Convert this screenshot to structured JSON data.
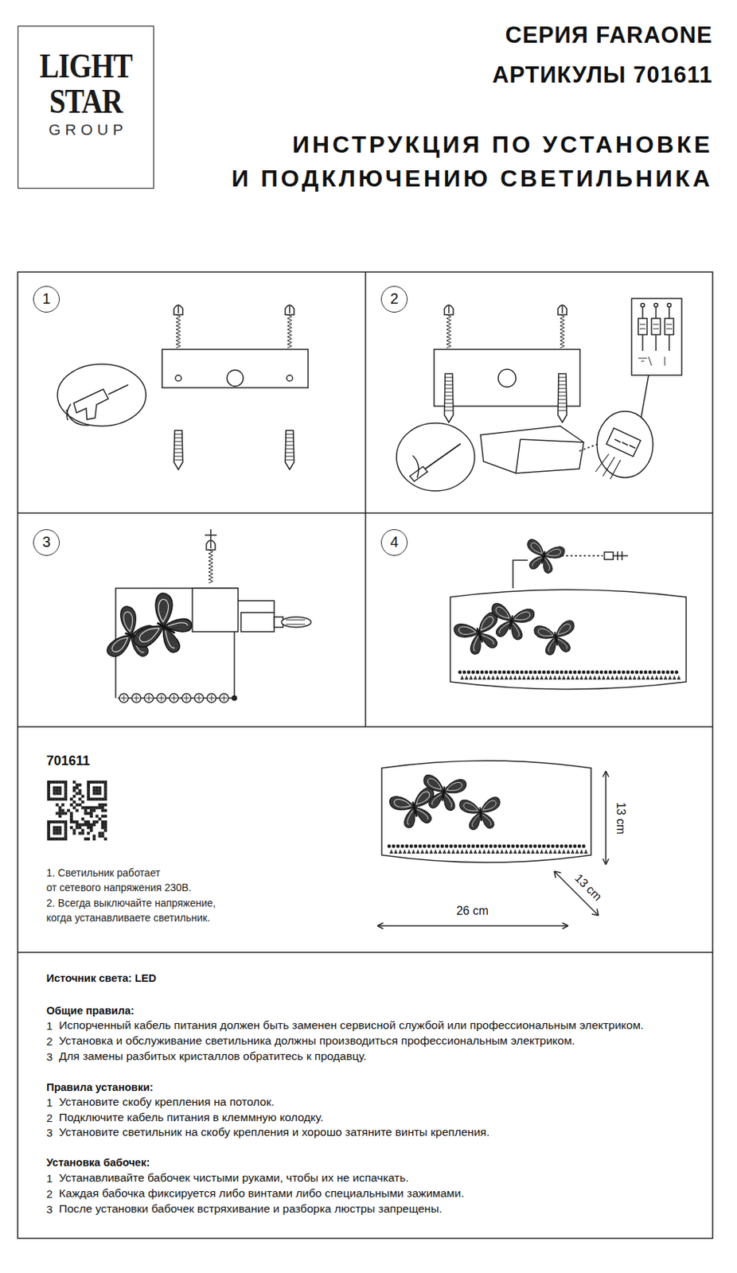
{
  "diagram": {
    "title": "ИНСТРУКЦИЯ ПО УСТАНОВКЕ И ПОДКЛЮЧЕНИЮ СВЕТИЛЬНИКА",
    "nodes": [
      {
        "text": [
          "LIGHT STAR GROUP"
        ]
      },
      {
        "text": [
          "1"
        ]
      },
      {
        "text": [
          "2"
        ]
      },
      {
        "text": [
          "3"
        ]
      },
      {
        "text": [
          "4"
        ]
      }
    ],
    "labels": [
      "СЕРИЯ FARAONE",
      "АРТИКУЛЫ 701611",
      "701611",
      "1. Светильник работает от сетевого напряжения 230В.",
      "2. Всегда выключайте напряжение, когда устанавливаете светильник.",
      "13 cm",
      "13 cm",
      "26 cm",
      "Источник света: LED",
      "Общие правила:",
      "1",
      "Испорченный кабель питания должен быть заменен сервисной службой или профессиональным электриком.",
      "2",
      "Установка и обслуживание светильника должны производиться профессиональным электриком.",
      "3",
      "Для замены разбитых кристаллов обратитесь к продавцу.",
      "Правила установки:",
      "1",
      "Установите скобу крепления на потолок.",
      "2",
      "Подключите кабель питания в клеммную колодку.",
      "3",
      "Установите светильник на скобу крепления и хорошо затяните винты крепления.",
      "Установка бабочек:",
      "1",
      "Устанавливайте бабочек чистыми руками, чтобы их не испачкать.",
      "2",
      "Каждая бабочка фиксируется либо винтами либо специальными зажимами.",
      "3",
      "После установки бабочек встряхивание и разборка люстры запрещены."
    ]
  }
}
